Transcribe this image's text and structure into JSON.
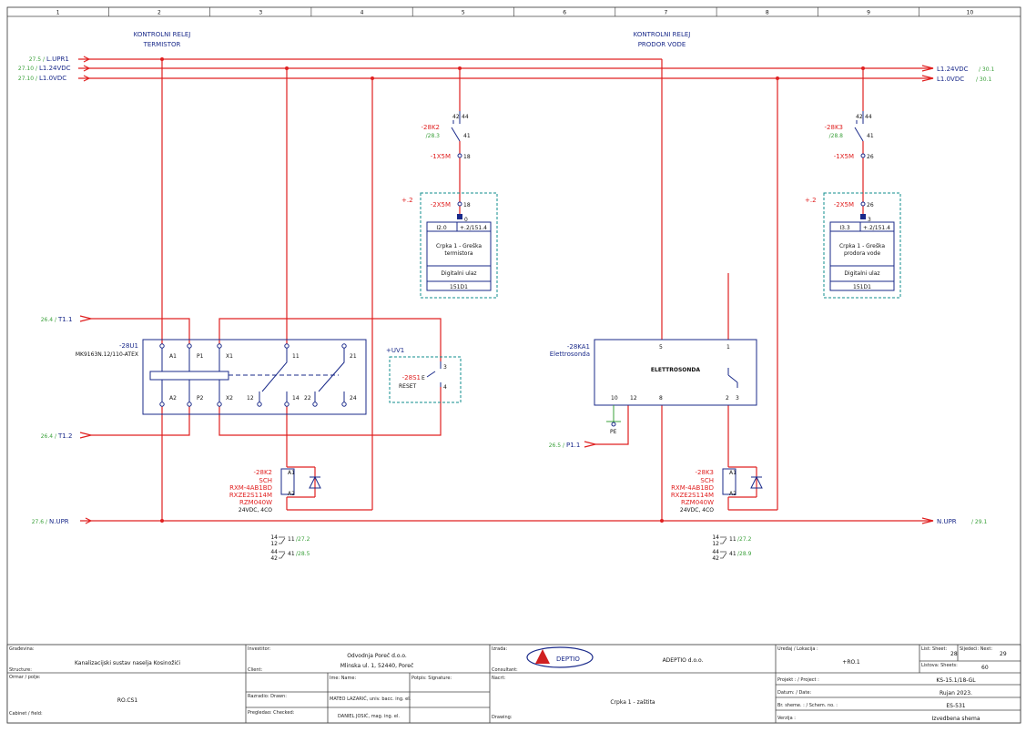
{
  "grid": [
    "1",
    "2",
    "3",
    "4",
    "5",
    "6",
    "7",
    "8",
    "9",
    "10"
  ],
  "headings": {
    "left": [
      "KONTROLNI RELEJ",
      "TERMISTOR"
    ],
    "right": [
      "KONTROLNI RELEJ",
      "PRODOR VODE"
    ]
  },
  "rails": {
    "upr": {
      "ref": "27.5 /",
      "name": "L.UPR1"
    },
    "v24": {
      "ref": "27.10 /",
      "name": "L1.24VDC",
      "out_name": "L1.24VDC",
      "out_ref": "/ 30.1"
    },
    "v0": {
      "ref": "27.10 /",
      "name": "L1.0VDC",
      "out_name": "L1.0VDC",
      "out_ref": "/ 30.1"
    },
    "nupr": {
      "ref": "27.6 /",
      "name": "N.UPR",
      "out_name": "N.UPR",
      "out_ref": "/ 29.1"
    },
    "t11": {
      "ref": "26.4 /",
      "name": "T1.1"
    },
    "t12": {
      "ref": "26.4 /",
      "name": "T1.2"
    },
    "p11": {
      "ref": "26.5 /",
      "name": "P1.1"
    }
  },
  "contacts": {
    "k2": {
      "tag": "-28K2",
      "ref": "/28.3",
      "pins": [
        "42",
        "44",
        "41"
      ],
      "x5": "-1X5M",
      "x5pin": "18"
    },
    "k3": {
      "tag": "-28K3",
      "ref": "/28.8",
      "pins": [
        "42",
        "44",
        "41"
      ],
      "x5": "-1X5M",
      "x5pin": "26"
    }
  },
  "io_left": {
    "loc": "+.2",
    "tag": "-2X5M",
    "pin": "18",
    "bit": "0",
    "addr": "I2.0",
    "ref": "+.2/151.4",
    "desc": [
      "Crpka 1 - Greška",
      "termistora"
    ],
    "type": "Digitalni ulaz",
    "card": "151D1"
  },
  "io_right": {
    "loc": "+.2",
    "tag": "-2X5M",
    "pin": "26",
    "bit": "3",
    "addr": "I3.3",
    "ref": "+.2/151.4",
    "desc": [
      "Crpka 1 - Greška",
      "prodora vode"
    ],
    "type": "Digitalni ulaz",
    "card": "151D1"
  },
  "u1": {
    "tag": "-28U1",
    "model": "MK9163N.12/110-ATEX",
    "top": [
      "A1",
      "P1",
      "X1",
      "11",
      "21"
    ],
    "bottom": [
      "A2",
      "P2",
      "X2",
      "12",
      "14",
      "22",
      "24"
    ]
  },
  "uv1": {
    "loc": "+UV1",
    "tag": "-28S1",
    "name": "RESET",
    "pins": [
      "3",
      "4"
    ],
    "e": "E"
  },
  "ka1": {
    "tag": "-28KA1",
    "sub": "Elettrosonda",
    "name": "ELETTROSONDA",
    "top": [
      "5",
      "1"
    ],
    "bottom": [
      "10",
      "12",
      "8",
      "2",
      "3"
    ],
    "pe": "PE"
  },
  "coil_k2": {
    "tag": "-28K2",
    "lines": [
      "SCH",
      "RXM-4AB1BD",
      "RXZE2S114M",
      "RZM040W",
      "24VDC, 4CO"
    ],
    "a1": "A1",
    "a2": "A2",
    "xref": [
      {
        "a": "14",
        "b": "12",
        "c": "11",
        "r": "/27.2"
      },
      {
        "a": "44",
        "b": "42",
        "c": "41",
        "r": "/28.5"
      }
    ]
  },
  "coil_k3": {
    "tag": "-28K3",
    "lines": [
      "SCH",
      "RXM-4AB1BD",
      "RXZE2S114M",
      "RZM040W",
      "24VDC, 4CO"
    ],
    "a1": "A1",
    "a2": "A2",
    "xref": [
      {
        "a": "14",
        "b": "12",
        "c": "11",
        "r": "/27.2"
      },
      {
        "a": "44",
        "b": "42",
        "c": "41",
        "r": "/28.9"
      }
    ]
  },
  "title_block": {
    "gradevina_lbl": "Građevina:",
    "gradevina": "Kanalizacijski sustav naselja Kosinožići",
    "structure_lbl": "Structure:",
    "ormar_lbl": "Ormar / polje:",
    "ormar": "RO.CS1",
    "cabinet_lbl": "Cabinet / field:",
    "investitor_lbl": "Investitor:",
    "client_lbl": "Client:",
    "investitor": "Odvodnja Poreč d.o.o.",
    "investitor_addr": "Mlinska ul. 1, 52440, Poreč",
    "ime_lbl": "Ime: Name:",
    "potpis_lbl": "Potpis: Signature:",
    "razradio_lbl": "Razradio: Drawn:",
    "razradio": "MATEO LAZARIĆ, univ. bacc. ing. el.",
    "pregledao_lbl": "Pregledao: Checked:",
    "pregledao": "DANIEL JOSIĆ, mag. ing. el.",
    "izrada_lbl": "Izrada:",
    "consultant_lbl": "Consultant:",
    "logo": "DEPTIO",
    "izrada": "ADEPTIO d.o.o.",
    "nacrt_lbl": "Nacrt:",
    "drawing_lbl": "Drawing:",
    "nacrt": "Crpka 1 - zaštita",
    "uredaj_lbl": "Uređaj / Lokacija :",
    "uredaj": "+RO.1",
    "list_lbl": "List: Sheet:",
    "list": "28",
    "sljedeci_lbl": "Sljedeći: Next:",
    "sljedeci": "29",
    "listova_lbl": "Listova: Sheets:",
    "listova": "60",
    "projekt_lbl": "Projekt : / Project :",
    "projekt": "KS-15.1/18-GL",
    "datum_lbl": "Datum: / Date:",
    "datum": "Rujan 2023.",
    "shema_lbl": "Br. sheme. : / Schem. no. :",
    "shema": "ES-531",
    "verzija_lbl": "Verzija :",
    "verzija": "Izvedbena shema"
  }
}
